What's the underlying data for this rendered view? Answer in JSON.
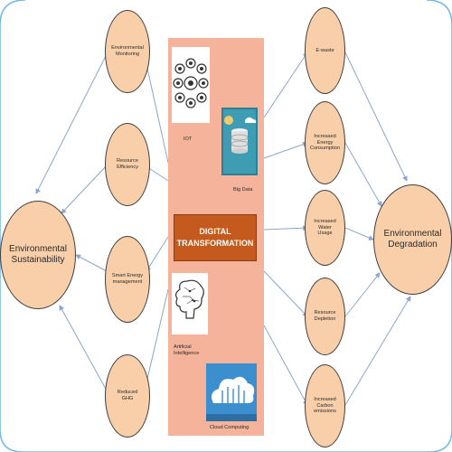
{
  "colors": {
    "panel": "#f4b39a",
    "node_fill": "#f9cfa9",
    "node_border": "#3f3f3f",
    "center_box": "#c55a1e",
    "arrow": "#8aa6cf",
    "frame": "#6fb7e6"
  },
  "left": {
    "title": "Environmental Sustainability",
    "nodes": [
      "Environmental Monitoring",
      "Resource Efficiency",
      "Smart Energy management",
      "Reduced GHG"
    ]
  },
  "center": {
    "title_line1": "DIGITAL",
    "title_line2": "TRANSFORMATION",
    "tech": {
      "iot": {
        "label": "IOT",
        "icon": "iot-network-icon"
      },
      "big_data": {
        "label": "Big Data",
        "icon": "big-data-icon"
      },
      "ai": {
        "label": "Artificial Intelligence",
        "icon": "ai-brain-icon"
      },
      "cloud": {
        "label": "Cloud Computing",
        "icon": "cloud-computing-icon"
      }
    }
  },
  "right": {
    "title": "Environmental Degradation",
    "nodes": [
      "E-waste",
      "Increased Energy Consumption",
      "Increased Water Usage",
      "Resource Depletion",
      "Increased Carbon emissions"
    ]
  }
}
